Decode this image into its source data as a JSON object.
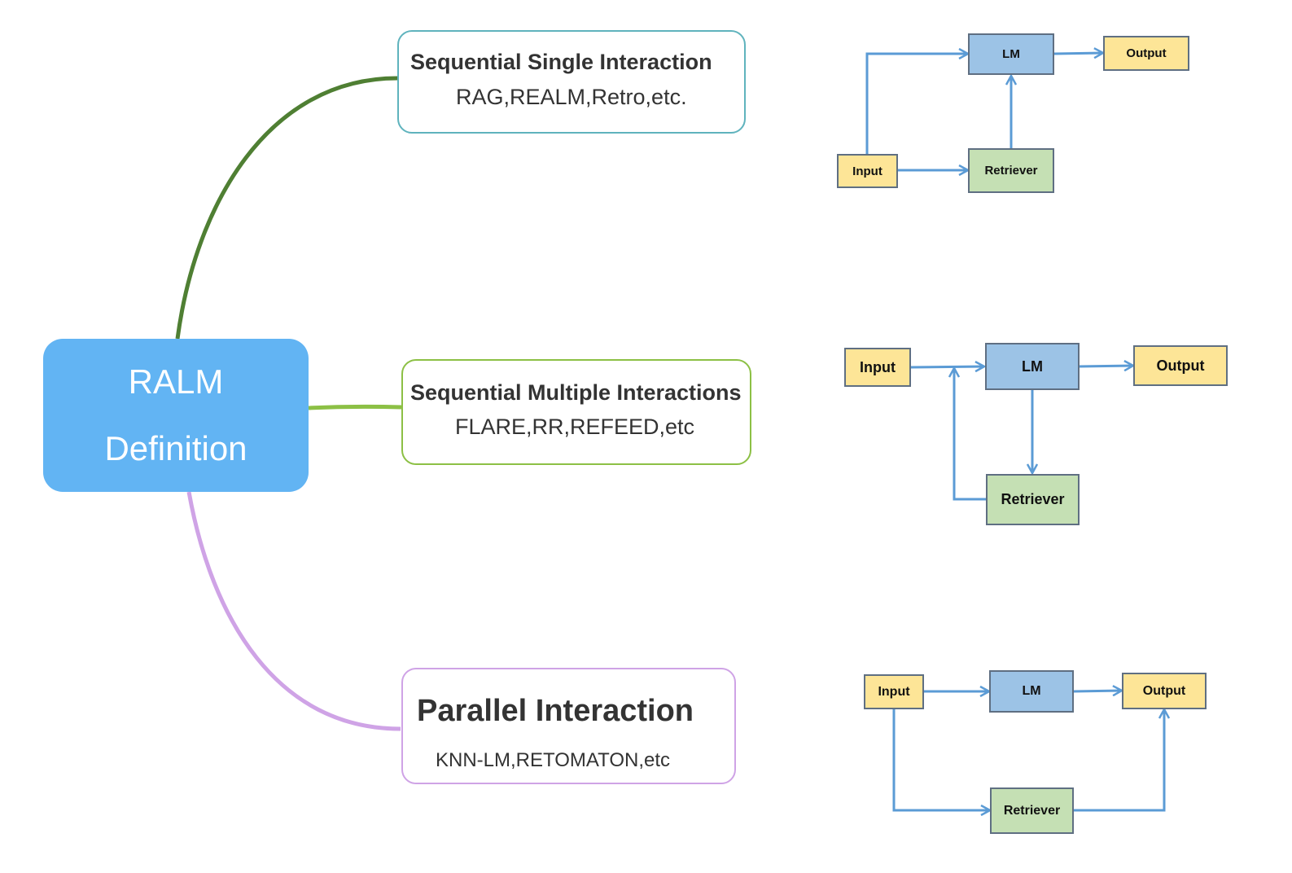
{
  "root": {
    "line1": "RALM",
    "line2": "Definition"
  },
  "branches": [
    {
      "title": "Sequential Single Interaction",
      "examples": "RAG,REALM,Retro,etc."
    },
    {
      "title": "Sequential Multiple Interactions",
      "examples": "FLARE,RR,REFEED,etc"
    },
    {
      "title": "Parallel Interaction",
      "examples": "KNN-LM,RETOMATON,etc"
    }
  ],
  "flows": [
    {
      "input": "Input",
      "lm": "LM",
      "output": "Output",
      "retriever": "Retriever"
    },
    {
      "input": "Input",
      "lm": "LM",
      "output": "Output",
      "retriever": "Retriever"
    },
    {
      "input": "Input",
      "lm": "LM",
      "output": "Output",
      "retriever": "Retriever"
    }
  ],
  "colors": {
    "root": "#62b4f3",
    "branch1_line": "#4f7f33",
    "branch2_line": "#8cc045",
    "branch3_line": "#cfa3e6",
    "arrow": "#5b9bd5",
    "input_output_fill": "#fde597",
    "lm_fill": "#9cc3e6",
    "retriever_fill": "#c5e0b4"
  }
}
